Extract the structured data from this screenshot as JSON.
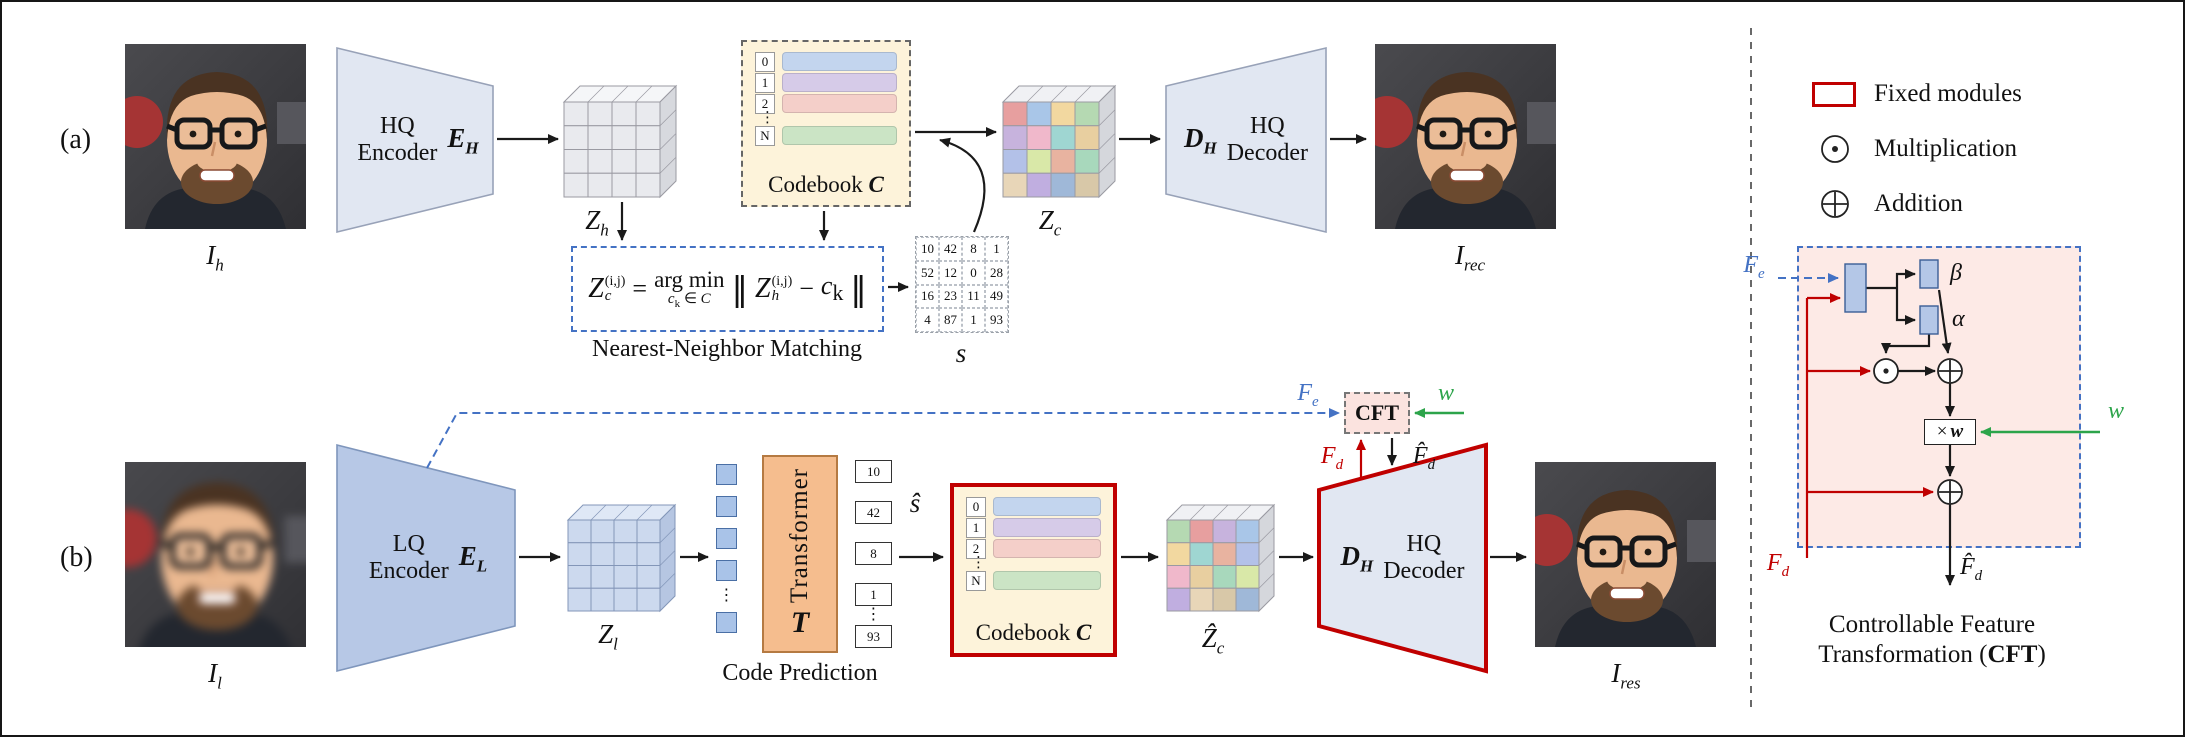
{
  "panel_a": {
    "tag": "(a)",
    "input_label": {
      "base": "I",
      "sub": "h"
    },
    "encoder": {
      "line1": "HQ",
      "line2": "Encoder",
      "sym": "E",
      "sym_sub": "H"
    },
    "z_label": {
      "base": "Z",
      "sub": "h"
    },
    "matching": {
      "caption": "Nearest-Neighbor Matching",
      "lhs_base": "Z",
      "lhs_sup": "(i,j)",
      "lhs_sub": "c",
      "eq": "=",
      "argmin": "arg min",
      "under_c": "c",
      "under_k": "k",
      "under_in": " ∈ ",
      "under_set": "C",
      "norm": "‖",
      "zh_base": "Z",
      "zh_sup": "(i,j)",
      "zh_sub": "h",
      "minus": "−",
      "ck_c": "c",
      "ck_k": "k"
    },
    "s_matrix": {
      "label": "s",
      "values": [
        [
          "10",
          "42",
          "8",
          "1"
        ],
        [
          "52",
          "12",
          "0",
          "28"
        ],
        [
          "16",
          "23",
          "11",
          "49"
        ],
        [
          "4",
          "87",
          "1",
          "93"
        ]
      ]
    },
    "zc_label": {
      "base": "Z",
      "sub": "c"
    },
    "decoder": {
      "sym": "D",
      "sym_sub": "H",
      "line1": "HQ",
      "line2": "Decoder"
    },
    "output_label": {
      "base": "I",
      "sub": "rec"
    }
  },
  "panel_b": {
    "tag": "(b)",
    "input_label": {
      "base": "I",
      "sub": "l"
    },
    "encoder": {
      "line1": "LQ",
      "line2": "Encoder",
      "sym": "E",
      "sym_sub": "L"
    },
    "z_label": {
      "base": "Z",
      "sub": "l"
    },
    "transformer": {
      "vertical": "Transformer",
      "sym": "T",
      "caption": "Code Prediction"
    },
    "pred_tokens": [
      "10",
      "42",
      "8",
      "1",
      "⋮",
      "93"
    ],
    "s_hat_label": "ŝ",
    "zc_label": {
      "base": "Ẑ",
      "sub": "c"
    },
    "decoder": {
      "sym": "D",
      "sym_sub": "H",
      "line1": "HQ",
      "line2": "Decoder"
    },
    "output_label": {
      "base": "I",
      "sub": "res"
    },
    "cft": {
      "label": "CFT",
      "fe": {
        "base": "F",
        "sub": "e"
      },
      "w": "w",
      "fd": {
        "base": "F",
        "sub": "d"
      },
      "fd_hat": {
        "base": "F̂",
        "sub": "d"
      }
    }
  },
  "codebook": {
    "title": "Codebook",
    "title_sym": "C",
    "rows": [
      {
        "idx": "0",
        "color": "#c3d5ee"
      },
      {
        "idx": "1",
        "color": "#d6cbe8"
      },
      {
        "idx": "2",
        "color": "#f4cfc9"
      },
      {
        "idx": "⋮",
        "color": null
      },
      {
        "idx": "N",
        "color": "#cbe4c5"
      }
    ]
  },
  "legend": {
    "fixed": "Fixed modules",
    "multiply": "Multiplication",
    "add": "Addition"
  },
  "cft_detail": {
    "fe": {
      "base": "F",
      "sub": "e"
    },
    "fd": {
      "base": "F",
      "sub": "d"
    },
    "fd_hat": {
      "base": "F̂",
      "sub": "d"
    },
    "beta": "β",
    "alpha": "α",
    "xw_pre": "×",
    "xw_sym": "w",
    "w": "w",
    "caption_line1": "Controllable Feature",
    "caption_line2_pre": "Transformation (",
    "caption_line2_bold": "CFT",
    "caption_line2_post": ")"
  },
  "colors": {
    "fixed_red": "#c00000",
    "flow_blue": "#4472c4",
    "flow_green": "#2ca44a",
    "hq_module_fill": "#e1e7f2",
    "lq_module_fill": "#b7c8e6",
    "transformer_fill": "#f5bd8e",
    "codebook_fill": "#fdf3da",
    "cft_fill": "#fdeae6"
  },
  "cubes": {
    "zh": {
      "uniform": "#e9eaee",
      "top": "#f5f6f8",
      "side": "#d7d9de",
      "stroke": "#9a9aa2"
    },
    "zl": {
      "uniform": "#ccd9ee",
      "top": "#dfe8f6",
      "side": "#b6c6e2",
      "stroke": "#8396b8"
    },
    "zc": {
      "top": "#f0f1f4",
      "side": "#d5d7dc",
      "stroke": "#9a9aa2",
      "cells": [
        "#e79f9f",
        "#a9c6e8",
        "#f2d8a0",
        "#b5d9b2",
        "#c7b3dd",
        "#f0b8cb",
        "#9fd6d2",
        "#e8cfa0",
        "#b3c1e8",
        "#d9e8a8",
        "#e8b3a0",
        "#a8d8bc",
        "#e8d6b8",
        "#c0aee0",
        "#9fb8d8",
        "#d8c8a8"
      ]
    },
    "zc_hat": {
      "top": "#f0f1f4",
      "side": "#d5d7dc",
      "stroke": "#9a9aa2",
      "cells": [
        "#b5d9b2",
        "#e79f9f",
        "#c7b3dd",
        "#a9c6e8",
        "#f2d8a0",
        "#9fd6d2",
        "#e8b3a0",
        "#b3c1e8",
        "#f0b8cb",
        "#e8cfa0",
        "#a8d8bc",
        "#d9e8a8",
        "#c0aee0",
        "#e8d6b8",
        "#d8c8a8",
        "#9fb8d8"
      ]
    }
  },
  "input_tokens": {
    "items": [
      "",
      "",
      "",
      "",
      "⋮",
      ""
    ],
    "color": "#a9c3e8",
    "stroke": "#4a6fa5"
  }
}
